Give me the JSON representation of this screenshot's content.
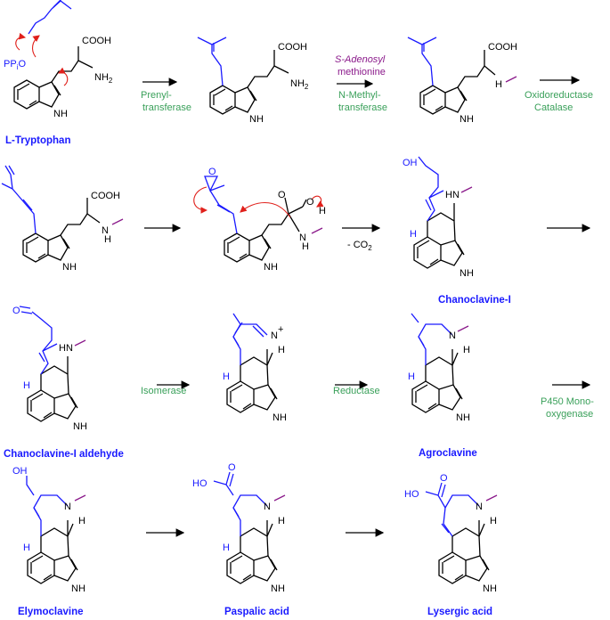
{
  "colors": {
    "backbone": "#000000",
    "prenyl_blue": "#1a1aff",
    "methyl_purple": "#8b1a8b",
    "enzyme_green": "#3aa05a",
    "mechanism_red": "#e0201b"
  },
  "compounds": {
    "tryptophan": "L-Tryptophan",
    "chanoclavine": "Chanoclavine-I",
    "chanoclavine_aldehyde": "Chanoclavine-I aldehyde",
    "agroclavine": "Agroclavine",
    "elymoclavine": "Elymoclavine",
    "paspalic_acid": "Paspalic acid",
    "lysergic_acid": "Lysergic acid"
  },
  "enzymes": {
    "prenyl_1": "Prenyl-",
    "prenyl_2": "transferase",
    "sam_1": "S-Adenosyl",
    "sam_2": "methionine",
    "nmt_1": "N-Methyl-",
    "nmt_2": "transferase",
    "oxido_1": "Oxidoreductase",
    "oxido_2": "Catalase",
    "decarbox": "- CO",
    "decarbox_sub": "2",
    "isomerase": "Isomerase",
    "reductase": "Reductase",
    "p450_1": "P450 Mono-",
    "p450_2": "oxygenase"
  },
  "atoms": {
    "cooh": "COOH",
    "nh2": "NH",
    "nh2_sub": "2",
    "nh": "NH",
    "n": "N",
    "hn": "HN",
    "h": "H",
    "o": "O",
    "oh": "OH",
    "ho": "HO",
    "ppi": "PP",
    "ppi_sub": "i",
    "plus": "+"
  }
}
